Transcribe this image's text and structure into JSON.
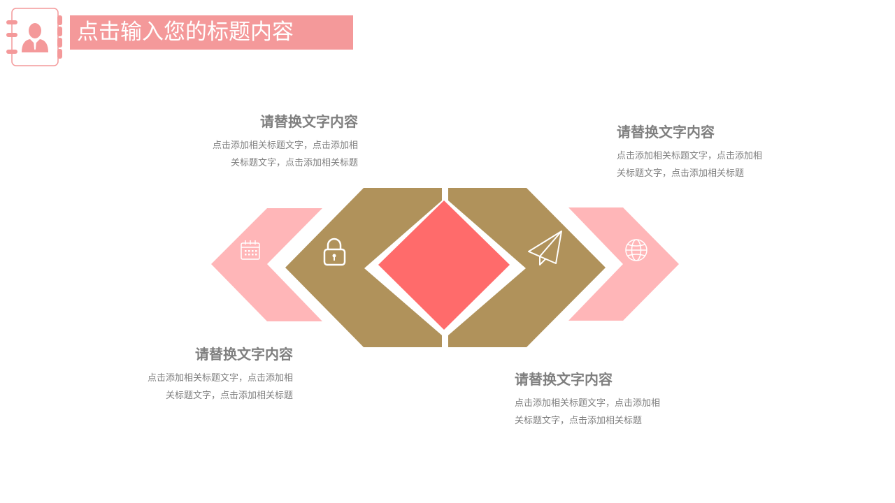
{
  "colors": {
    "title_bg": "#f4999a",
    "title_text": "#ffffff",
    "logo_pink": "#f4999a",
    "chevron_light": "#ffb6b8",
    "hexagon_gold": "#b0925b",
    "center_red": "#ff6b6b",
    "icon_white": "#ffffff",
    "heading_text": "#7f7f7f",
    "body_text": "#7f7f7f"
  },
  "header": {
    "logo_icon": "contact-book-person-icon",
    "title": "点击输入您的标题内容"
  },
  "diagram": {
    "icons": [
      "calendar-icon",
      "lock-icon",
      "paper-plane-icon",
      "globe-icon"
    ]
  },
  "blocks": [
    {
      "heading": "请替换文字内容",
      "line1": "点击添加相关标题文字，点击添加相",
      "line2": "关标题文字，点击添加相关标题"
    },
    {
      "heading": "请替换文字内容",
      "line1": "点击添加相关标题文字，点击添加相",
      "line2": "关标题文字，点击添加相关标题"
    },
    {
      "heading": "请替换文字内容",
      "line1": "点击添加相关标题文字，点击添加相",
      "line2": "关标题文字，点击添加相关标题"
    },
    {
      "heading": "请替换文字内容",
      "line1": "点击添加相关标题文字，点击添加相",
      "line2": "关标题文字，点击添加相关标题"
    }
  ]
}
